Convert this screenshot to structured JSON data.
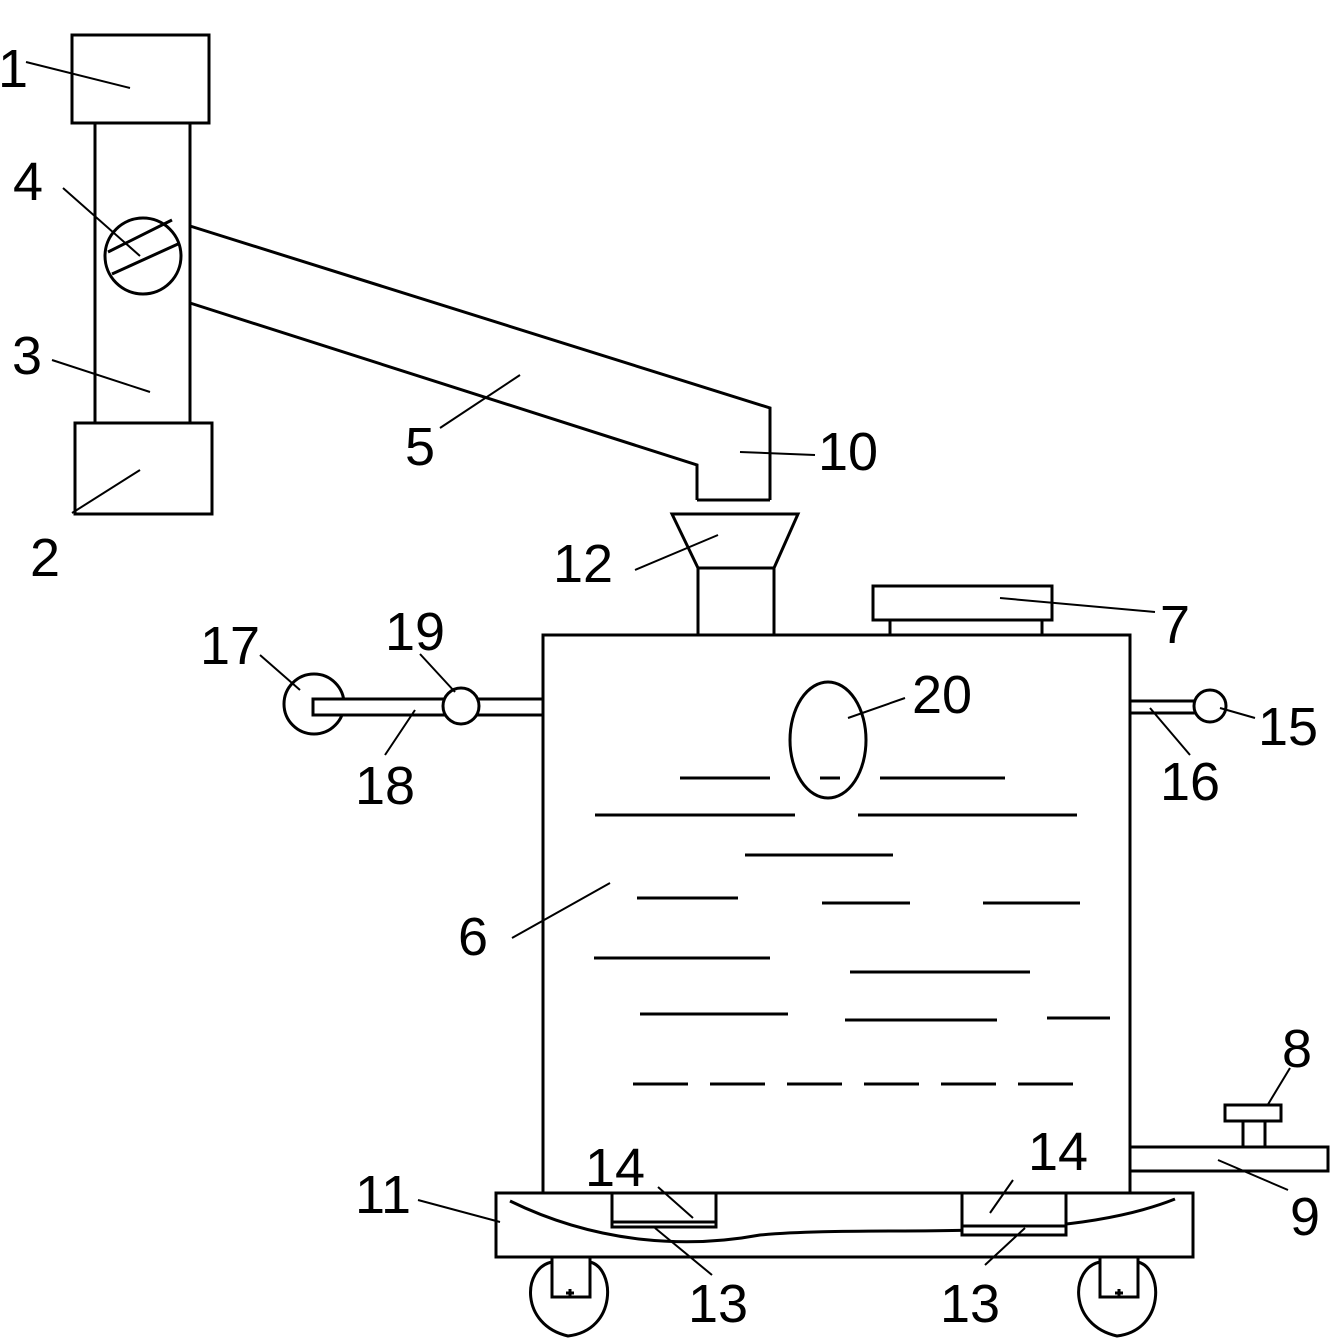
{
  "labels": {
    "l1": "1",
    "l2": "2",
    "l3": "3",
    "l4": "4",
    "l5": "5",
    "l6": "6",
    "l7": "7",
    "l8": "8",
    "l9": "9",
    "l10": "10",
    "l11": "11",
    "l12": "12",
    "l13a": "13",
    "l13b": "13",
    "l14a": "14",
    "l14b": "14",
    "l15": "15",
    "l16": "16",
    "l17": "17",
    "l18": "18",
    "l19": "19",
    "l20": "20"
  },
  "colors": {
    "line": "#000000",
    "background": "#ffffff"
  }
}
